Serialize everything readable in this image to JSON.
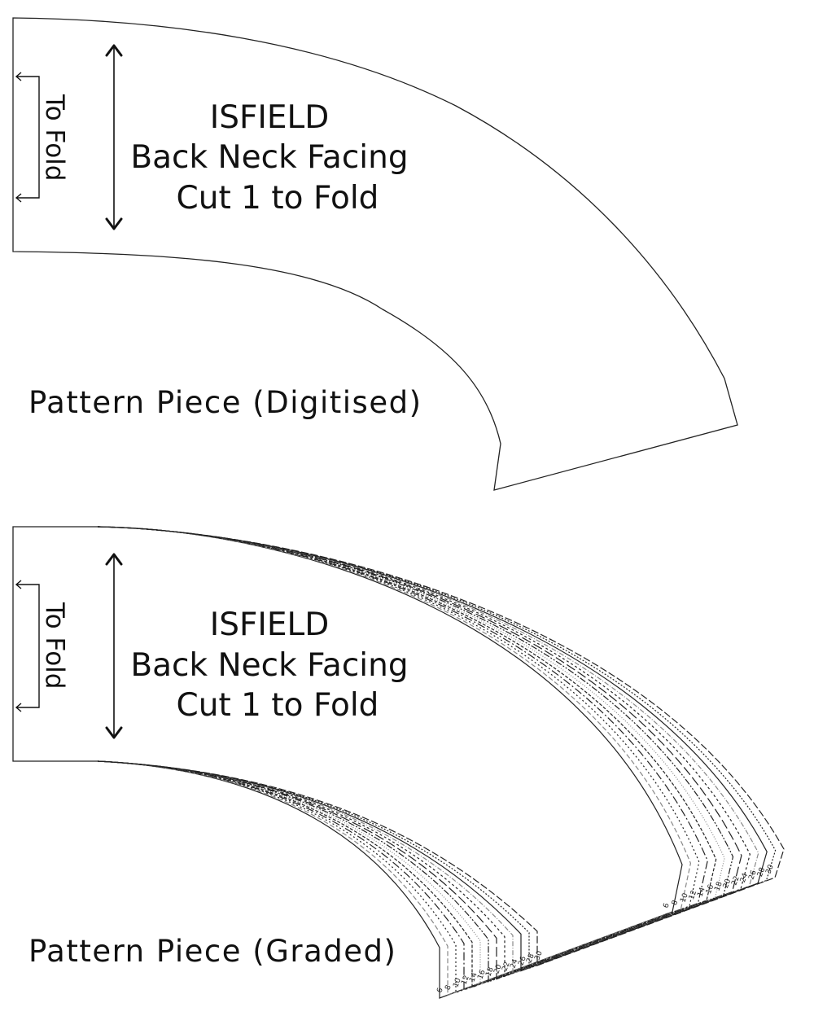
{
  "digitised": {
    "title": "ISFIELD",
    "subtitle": "Back Neck Facing",
    "instruction": "Cut 1 to Fold",
    "fold_label": "To Fold",
    "heading": "Pattern Piece (Digitised)"
  },
  "graded": {
    "title": "ISFIELD",
    "subtitle": "Back Neck Facing",
    "instruction": "Cut 1 to Fold",
    "fold_label": "To Fold",
    "heading": "Pattern Piece (Graded)",
    "sizes": [
      "6",
      "8",
      "10",
      "12",
      "14",
      "16",
      "18",
      "20",
      "22",
      "24",
      "26",
      "28",
      "30"
    ]
  },
  "colors": {
    "line": "#222222",
    "graded_accent": "#888888"
  }
}
